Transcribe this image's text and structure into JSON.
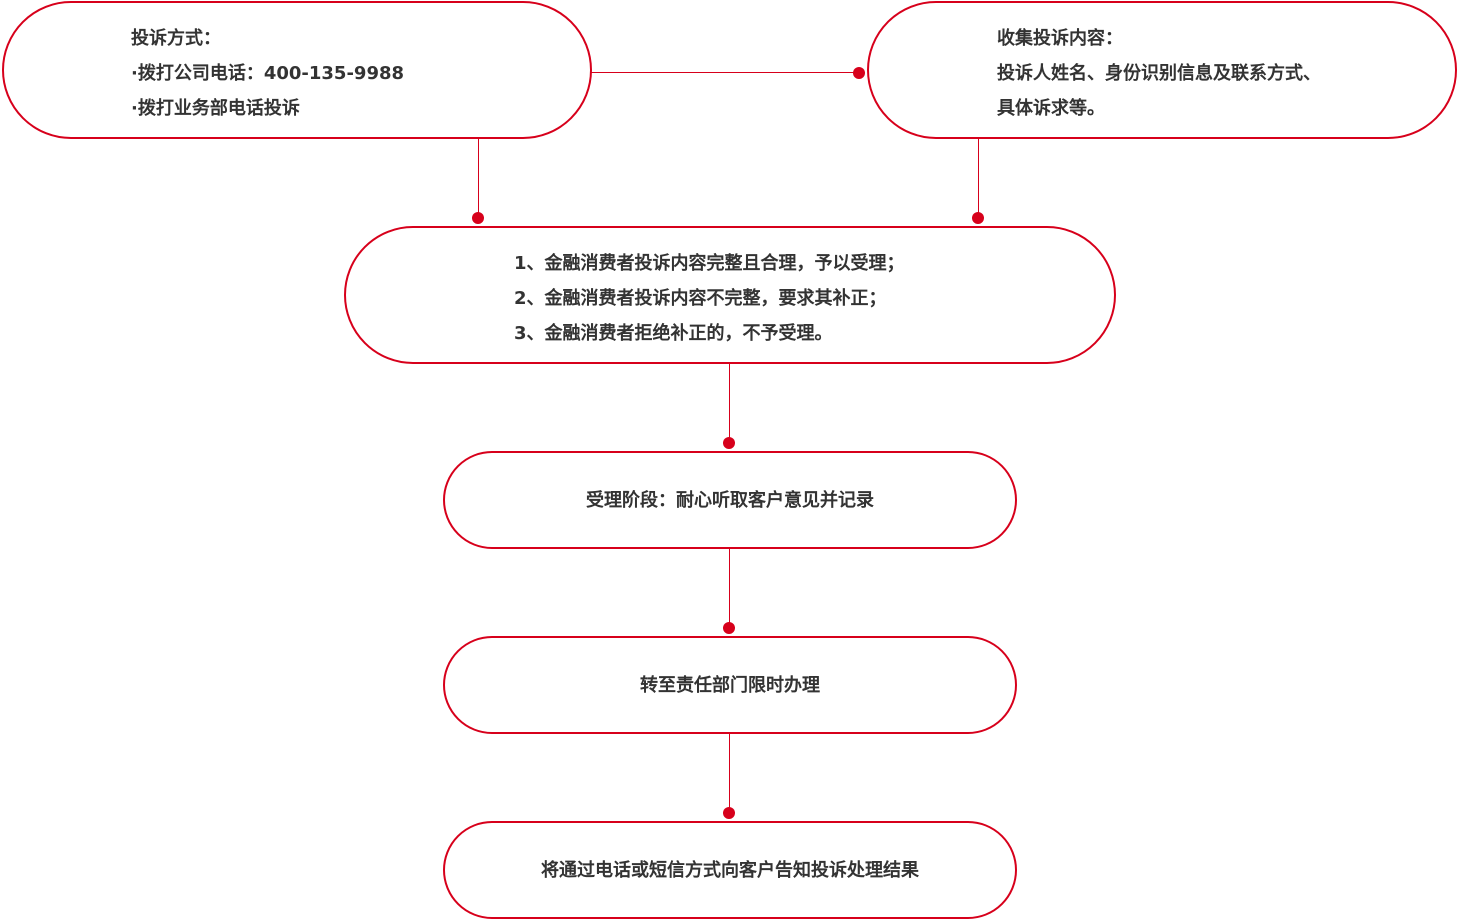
{
  "colors": {
    "accent": "#d7001b",
    "text": "#333333",
    "background": "#ffffff"
  },
  "complaint_methods": {
    "title": "投诉方式：",
    "items": [
      "·拨打公司电话：400-135-9988",
      "·拨打业务部电话投诉"
    ]
  },
  "collect_content": {
    "title": "收集投诉内容：",
    "lines": [
      "投诉人姓名、身份识别信息及联系方式、",
      "具体诉求等。"
    ]
  },
  "review": {
    "lines": [
      "1、金融消费者投诉内容完整且合理，予以受理；",
      "2、金融消费者投诉内容不完整，要求其补正；",
      "3、金融消费者拒绝补正的，不予受理。"
    ]
  },
  "steps": [
    "受理阶段：耐心听取客户意见并记录",
    "转至责任部门限时办理",
    "将通过电话或短信方式向客户告知投诉处理结果"
  ]
}
